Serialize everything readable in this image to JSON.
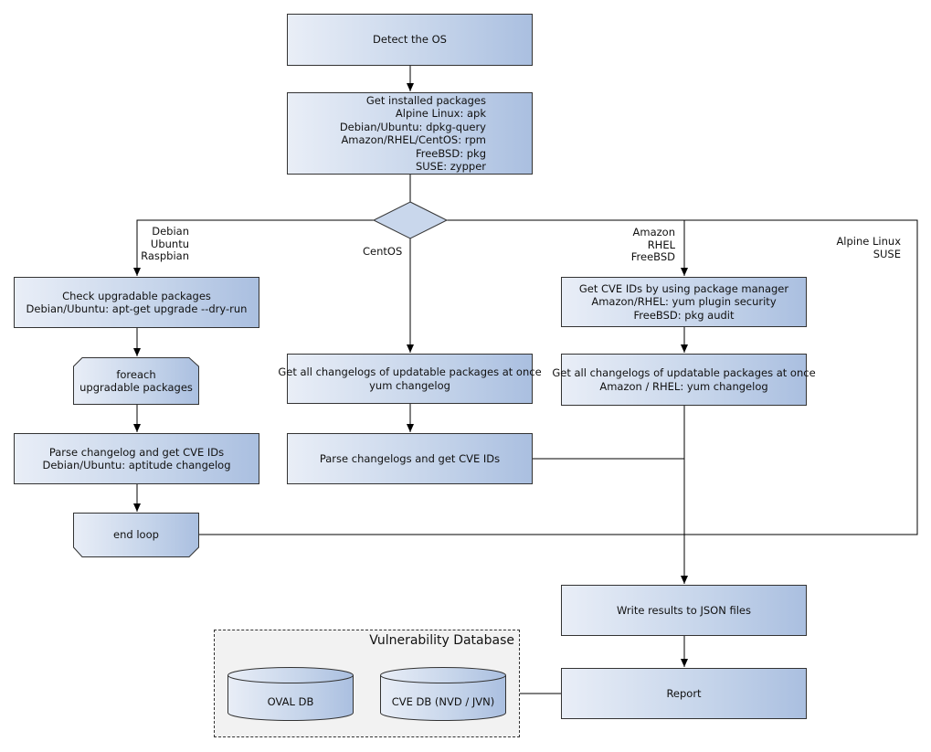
{
  "nodes": {
    "detect_os": "Detect the OS",
    "get_installed": [
      "Get installed packages",
      "Alpine Linux: apk",
      "Debian/Ubuntu: dpkg-query",
      "Amazon/RHEL/CentOS: rpm",
      "FreeBSD: pkg",
      "SUSE: zypper"
    ],
    "check_upgradable": [
      "Check upgradable packages",
      "Debian/Ubuntu: apt-get upgrade --dry-run"
    ],
    "foreach": [
      "foreach",
      "upgradable  packages"
    ],
    "parse_changelog_debian": [
      "Parse changelog and get  CVE IDs",
      "Debian/Ubuntu: aptitude changelog"
    ],
    "end_loop": "end loop",
    "centos_changelogs": [
      "Get all changelogs of updatable packages at once",
      "yum changelog"
    ],
    "centos_parse": "Parse changelogs and get CVE IDs",
    "cve_ids_pkg_manager": [
      "Get CVE IDs by using package manager",
      "Amazon/RHEL: yum plugin security",
      "FreeBSD: pkg audit"
    ],
    "amazon_changelogs": [
      "Get all changelogs of updatable packages at once",
      "Amazon / RHEL: yum changelog"
    ],
    "write_json": "Write results to JSON files",
    "report": "Report"
  },
  "branch_labels": {
    "debian": [
      "Debian",
      "Ubuntu",
      "Raspbian"
    ],
    "centos": "CentOS",
    "amazon": [
      "Amazon",
      "RHEL",
      "FreeBSD"
    ],
    "alpine": [
      "Alpine Linux",
      "SUSE"
    ]
  },
  "vulnerability_db": {
    "title": "Vulnerability Database",
    "oval": "OVAL DB",
    "cve": "CVE DB (NVD / JVN)"
  }
}
